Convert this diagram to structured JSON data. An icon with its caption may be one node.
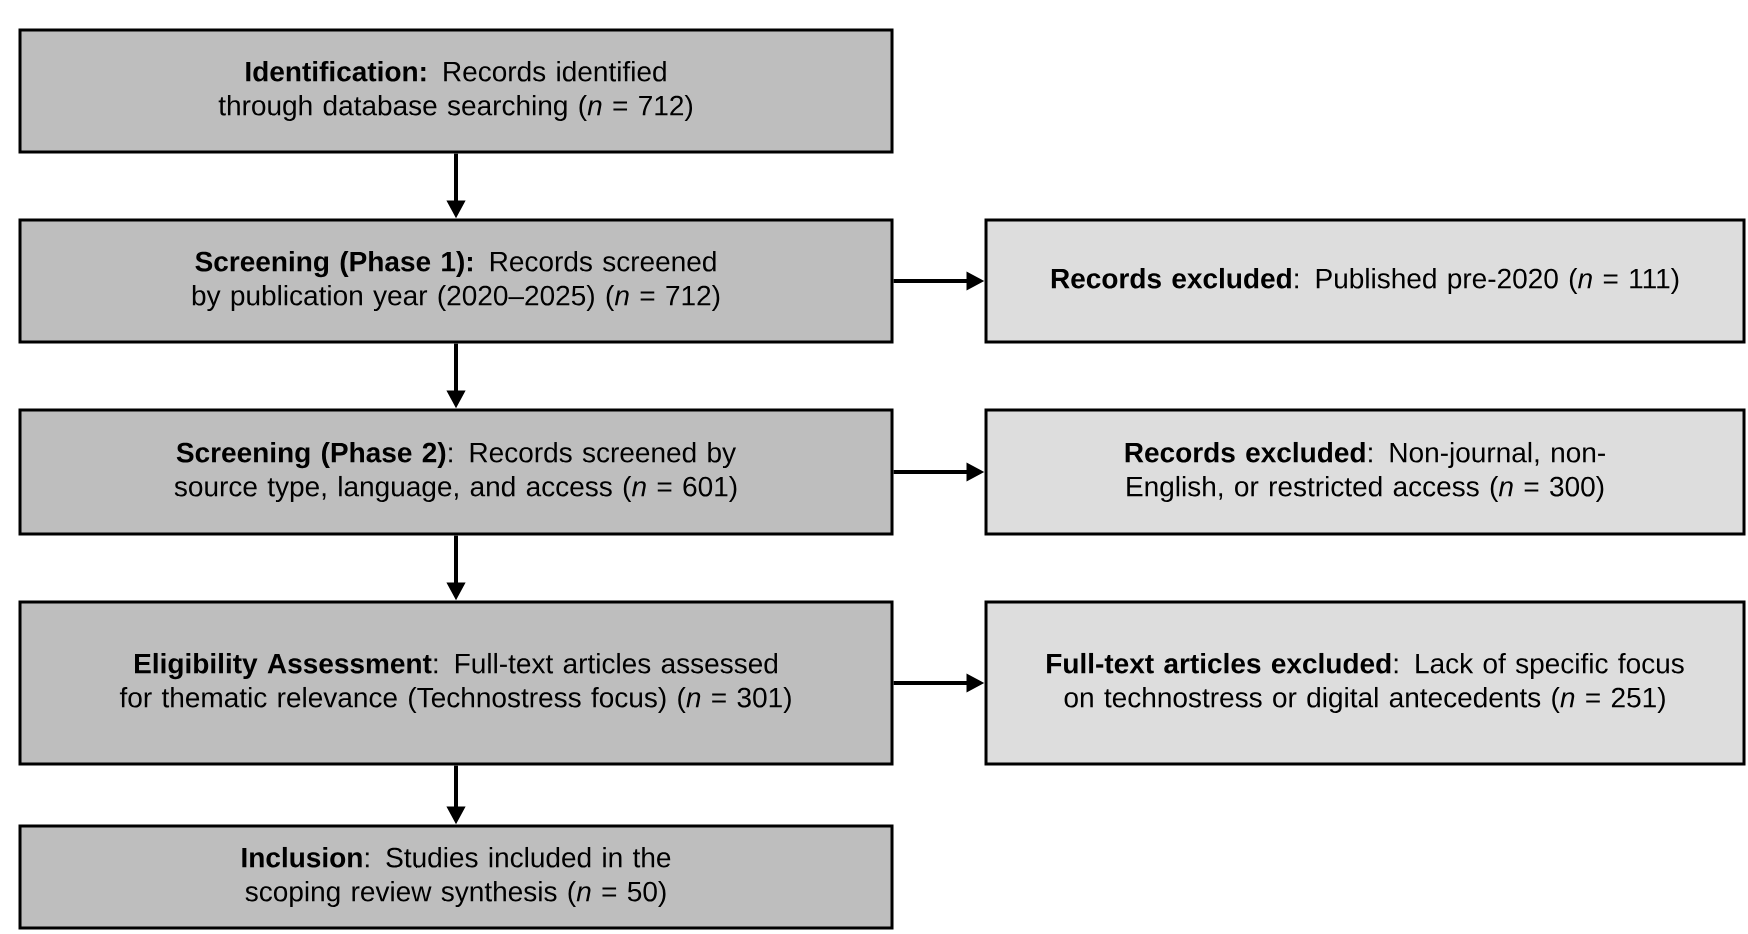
{
  "diagram": {
    "nodes": [
      {
        "text": [
          "**Identification:** Records identified through database searching (*n* = 712)"
        ]
      },
      {
        "text": [
          "**Screening (Phase 1):** Records screened by publication year (2020–2025) (*n* = 712)"
        ]
      },
      {
        "text": [
          "**Records excluded**: Published pre-2020 (*n* = 111)"
        ]
      },
      {
        "text": [
          "**Screening (Phase 2)**: Records screened by source type, language, and access (*n* = 601)"
        ]
      },
      {
        "text": [
          "**Records excluded**: Non-journal, non-English, or restricted access (*n* = 300)"
        ]
      },
      {
        "text": [
          "**Eligibility Assessment**: Full-text articles assessed for thematic relevance (Technostress focus) (*n* = 301)"
        ]
      },
      {
        "text": [
          "**Full-text articles excluded**: Lack of specific focus on technostress or digital antecedents (*n* = 251)"
        ]
      },
      {
        "text": [
          "**Inclusion**: Studies included in the scoping review synthesis (*n* = 50)"
        ]
      }
    ],
    "edges": [
      {
        "from": 0,
        "to": 1,
        "arrow": "to"
      },
      {
        "from": 1,
        "to": 2,
        "arrow": "to"
      },
      {
        "from": 1,
        "to": 3,
        "arrow": "to"
      },
      {
        "from": 3,
        "to": 4,
        "arrow": "to"
      },
      {
        "from": 3,
        "to": 5,
        "arrow": "to"
      },
      {
        "from": 5,
        "to": 6,
        "arrow": "to"
      },
      {
        "from": 5,
        "to": 7,
        "arrow": "to"
      }
    ]
  }
}
